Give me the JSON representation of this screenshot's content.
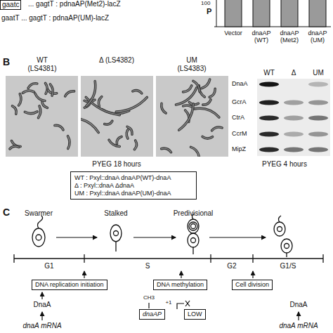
{
  "diagram": {
    "nodes": [
      {
        "text": [
          "gaatc"
        ]
      },
      {
        "text": [
          "WT : Pxyl::dnaA dnaAP(WT)-dnaA",
          "Δ : Pxyl::dnaA ΔdnaA",
          "UM : Pxyl::dnaA dnaAP(UM)-dnaA"
        ]
      },
      {
        "text": [
          "DNA replication initiation"
        ]
      },
      {
        "text": [
          "DNA methylation"
        ]
      },
      {
        "text": [
          "Cell division"
        ]
      },
      {
        "text": [
          "dnaAP"
        ]
      },
      {
        "text": [
          "LOW"
        ]
      }
    ],
    "labels": [
      "... gagtT : pdnaAP(Met2)-lacZ",
      "gaatT ... gagtT : pdnaAP(UM)-lacZ",
      "P",
      "100",
      "Vector",
      "dnaAP (WT)",
      "dnaAP (Met2)",
      "dnaAP (UM)",
      "B",
      "WT (LS4381)",
      "Δ (LS4382)",
      "UM (LS4383)",
      "PYEG 18 hours",
      "WT",
      "Δ",
      "UM",
      "DnaA",
      "GcrA",
      "CtrA",
      "CcrM",
      "MipZ",
      "PYEG 4 hours",
      "C",
      "Swarmer",
      "Stalked",
      "Predivisional",
      "G1",
      "S",
      "G2",
      "G1/S",
      "DnaA",
      "dnaA mRNA",
      "CH3",
      "+1",
      "DnaA",
      "dnaA mRNA"
    ]
  }
}
